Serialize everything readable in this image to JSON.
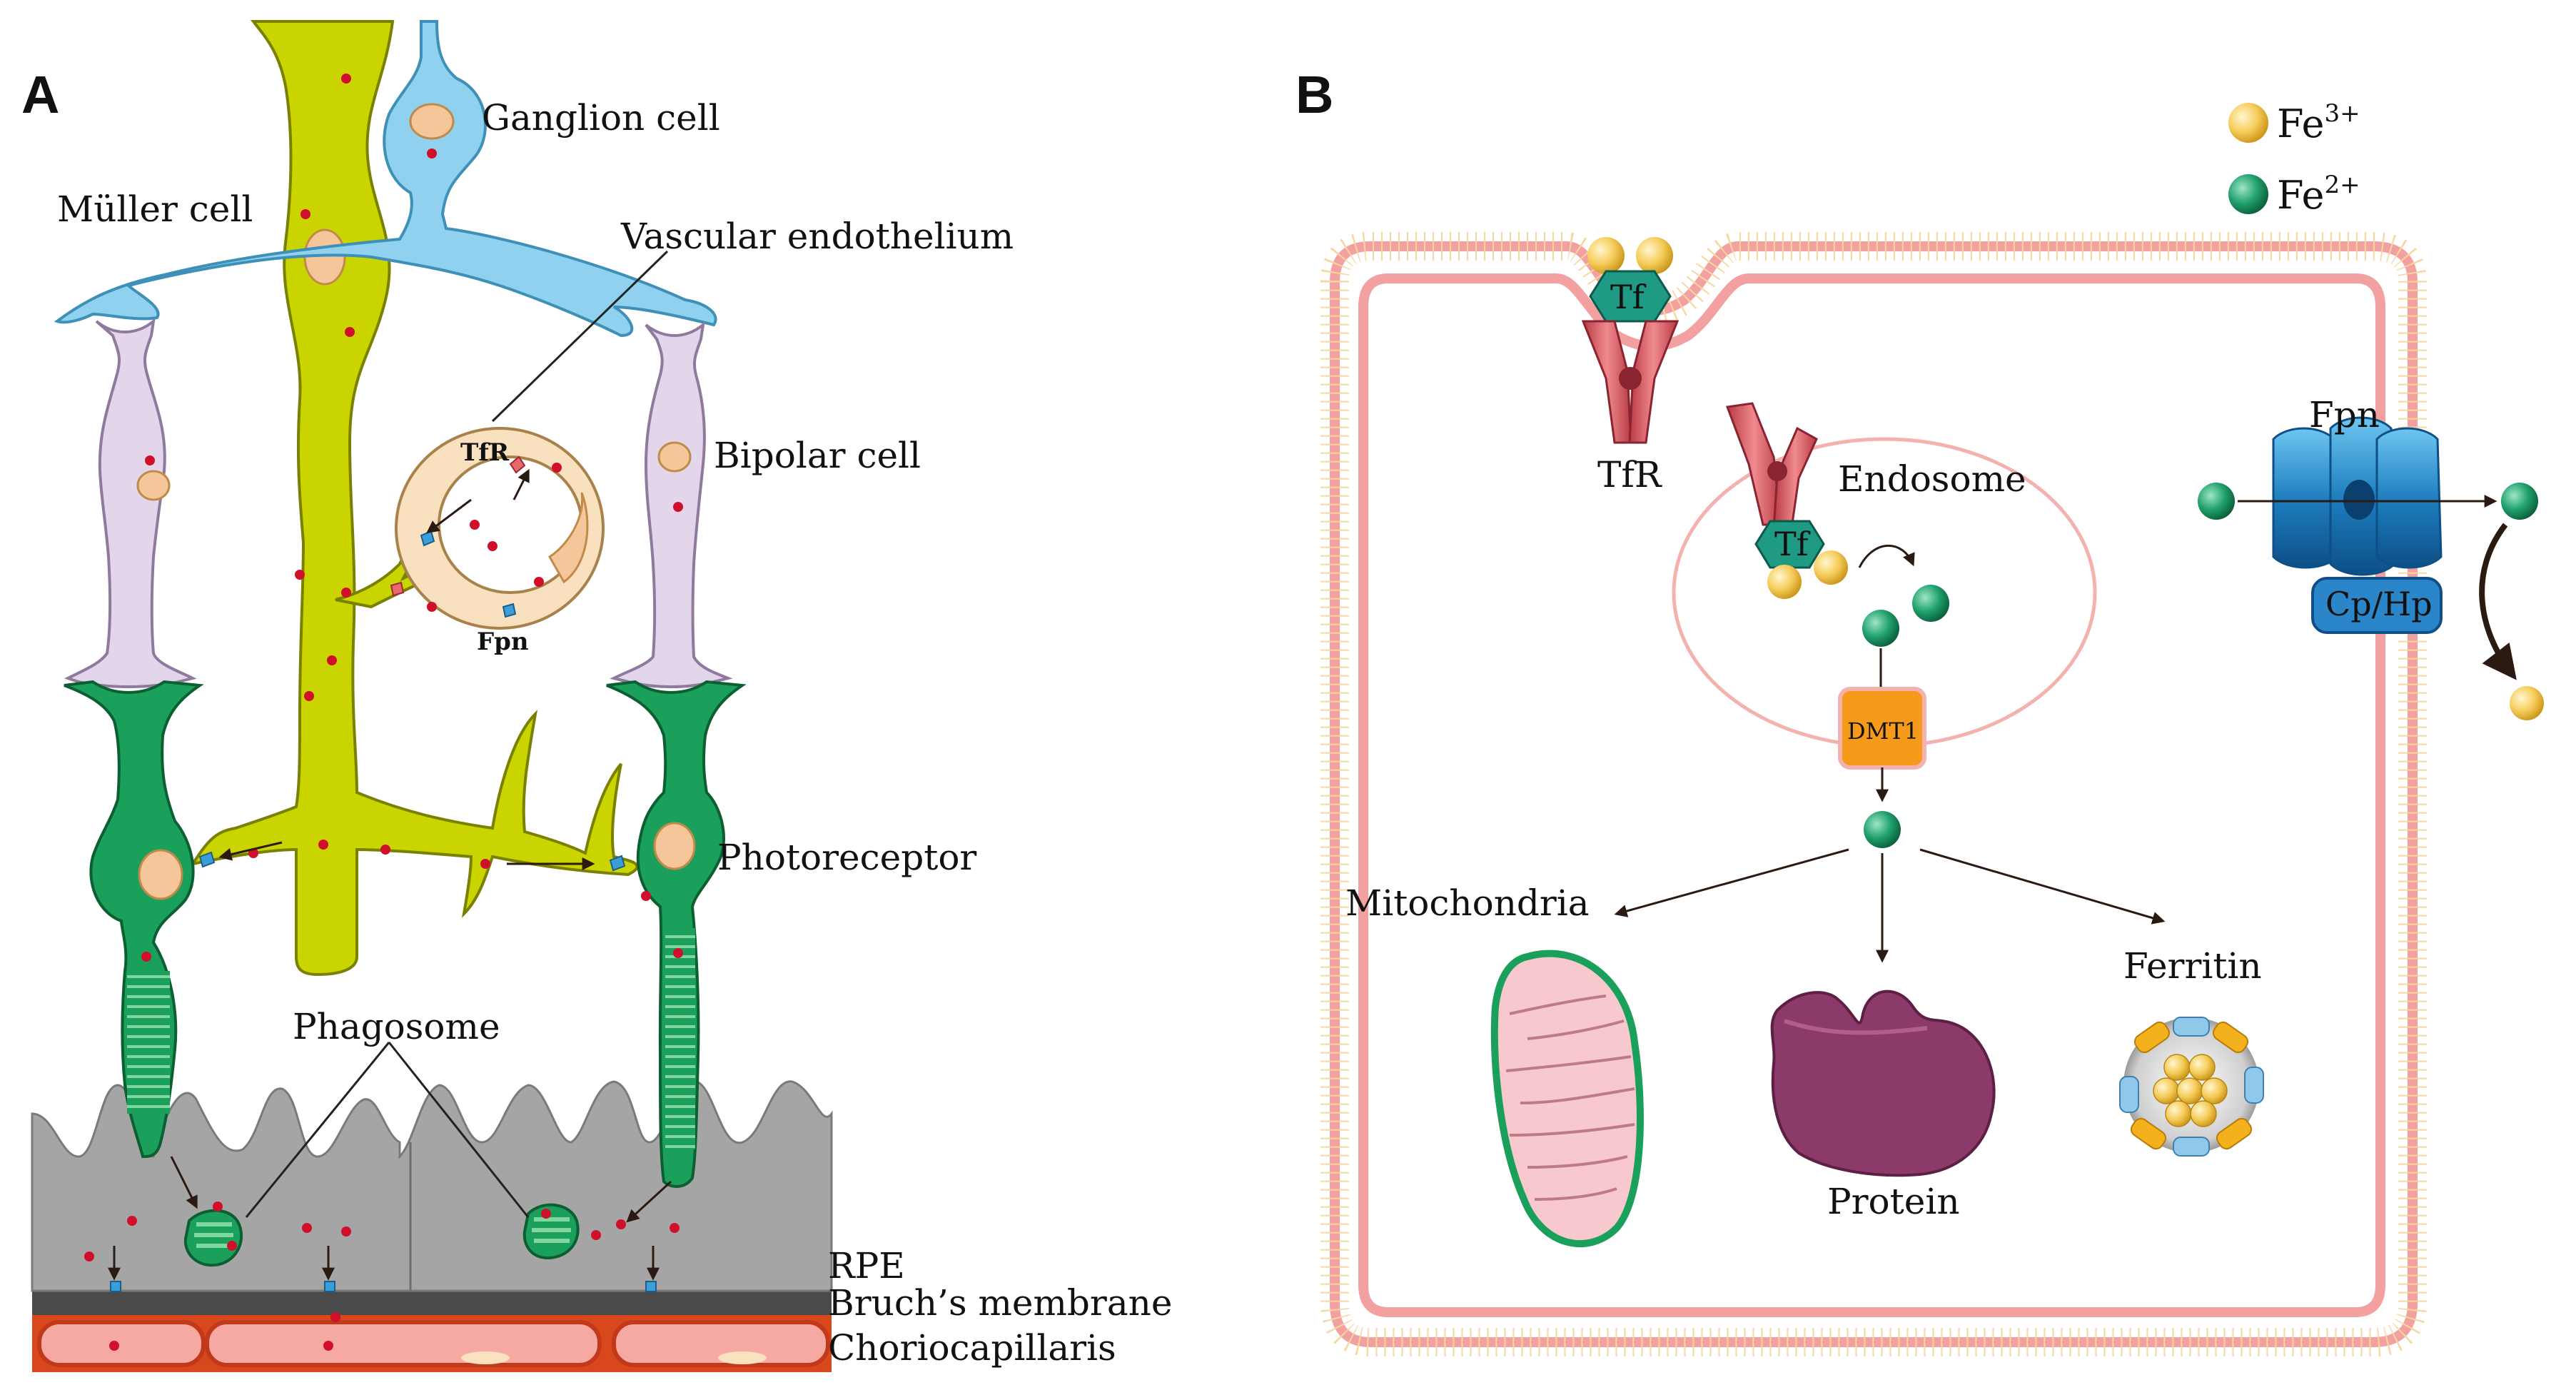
{
  "panels": [
    {
      "letter": "A",
      "labels": {
        "ganglion": "Ganglion cell",
        "muller": "Müller cell",
        "vascular": "Vascular endothelium",
        "bipolar": "Bipolar cell",
        "tfr": "TfR",
        "fpn": "Fpn",
        "photoreceptor": "Photoreceptor",
        "phagosome": "Phagosome",
        "rpe": "RPE",
        "bruch": "Bruch’s membrane",
        "choriocapillaris": "Choriocapillaris"
      },
      "colors": {
        "muller": "#c9d400",
        "ganglion": "#8fd1ee",
        "bipolar": "#e3d6ea",
        "photoreceptor": "#1aa05a",
        "rpe": "#a3a3a3",
        "bruch": "#4a4a4a",
        "capillary": "#f6a9a3",
        "iron_dot": "#d0102b"
      }
    },
    {
      "letter": "B",
      "legend": [
        {
          "label": "Fe",
          "sup": "3+",
          "color": "#f4c24c"
        },
        {
          "label": "Fe",
          "sup": "2+",
          "color": "#1c9a6a"
        }
      ],
      "labels": {
        "tf_surface": "Tf",
        "tfr": "TfR",
        "endosome": "Endosome",
        "tf_endosome": "Tf",
        "dmt1": "DMT1",
        "fpn": "Fpn",
        "cphp": "Cp/Hp",
        "mitochondria": "Mitochondria",
        "protein": "Protein",
        "ferritin": "Ferritin"
      },
      "colors": {
        "membrane": "#f2a7a7",
        "tf": "#1e9a85",
        "tfr": "#e16a6e",
        "fpn": "#2a86c9",
        "dmt1": "#f59a1a",
        "mitochondria": "#f7c9cf",
        "protein": "#8c3a6a"
      }
    }
  ]
}
